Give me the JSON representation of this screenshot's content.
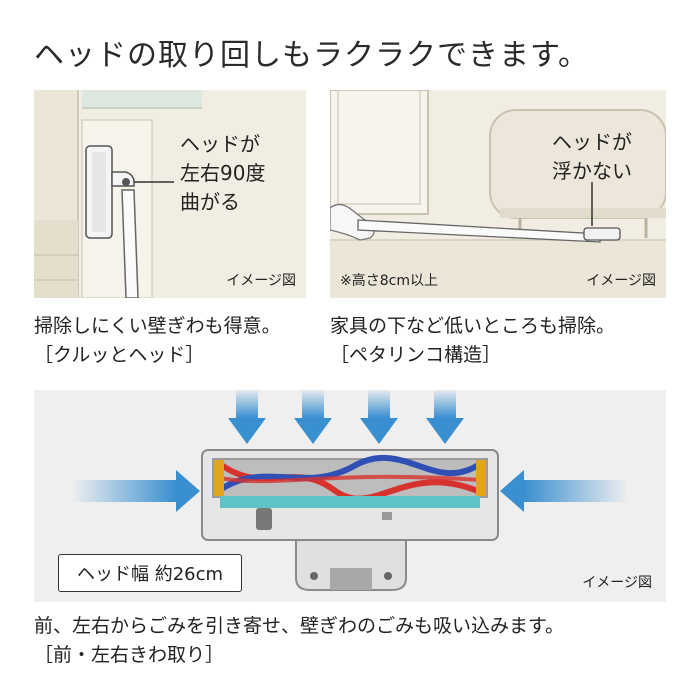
{
  "title": "ヘッドの取り回しもラクラクできます。",
  "panel1": {
    "callout": [
      "ヘッドが",
      "左右90度",
      "曲がる"
    ],
    "note": "イメージ図"
  },
  "panel2": {
    "callout": [
      "ヘッドが",
      "浮かない"
    ],
    "footnote": "※高さ8cm以上",
    "note": "イメージ図"
  },
  "caption1": [
    "掃除しにくい壁ぎわも得意。",
    "［クルッとヘッド］"
  ],
  "caption2": [
    "家具の下など低いところも掃除。",
    "［ペタリンコ構造］"
  ],
  "panel3": {
    "width_label": "ヘッド幅 約26cm",
    "note": "イメージ図"
  },
  "caption3": [
    "前、左右からごみを引き寄せ、壁ぎわのごみも吸い込みます。",
    "［前・左右きわ取り］"
  ],
  "colors": {
    "arrow_blue": "#3a8fd0",
    "brush_red": "#d8322e",
    "brush_blue": "#2f4fb5",
    "brush_teal": "#5cc3c6"
  }
}
